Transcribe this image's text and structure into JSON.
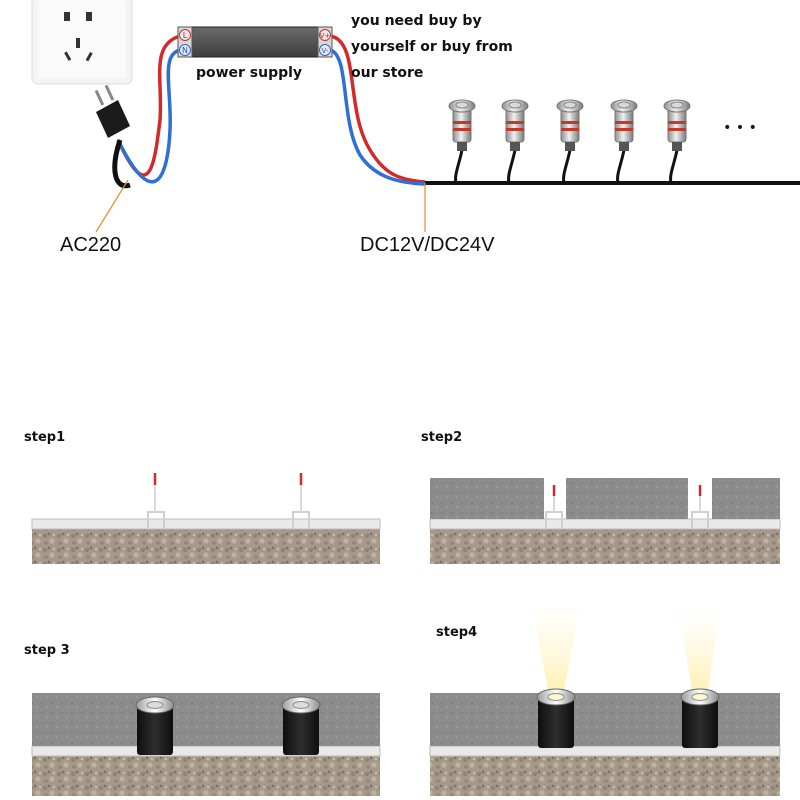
{
  "wiring": {
    "power_supply_label": "power supply",
    "terminal_L": "L",
    "terminal_N": "N",
    "terminal_Vplus": "V+",
    "terminal_Vminus": "V-",
    "note_line1": "you need buy by",
    "note_line2": "yourself  or buy from",
    "note_line3": "our store",
    "input_voltage": "AC220",
    "output_voltage": "DC12V/DC24V",
    "ellipsis": "• • •"
  },
  "steps": [
    {
      "label": "step1"
    },
    {
      "label": "step2"
    },
    {
      "label": "step 3"
    },
    {
      "label": "step4"
    }
  ],
  "colors": {
    "live_wire": "#d22a2a",
    "neutral_wire": "#2f6fd6",
    "cable": "#111111",
    "leader_line": "#e0912a",
    "concrete": "#8a8a8a",
    "gravel": "#a89a84",
    "light_beam": "#fff1b8"
  }
}
